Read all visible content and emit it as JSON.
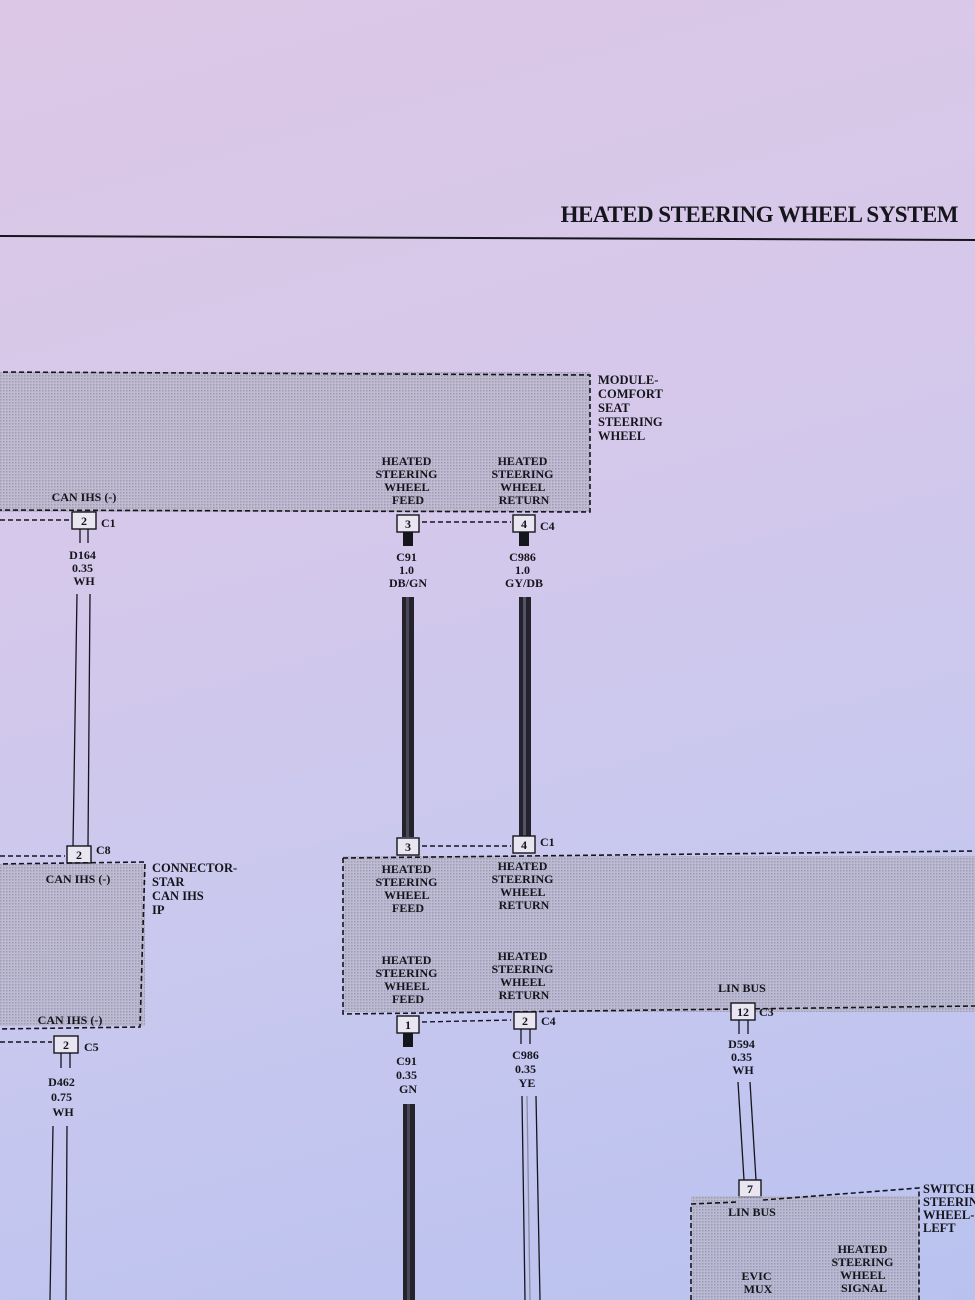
{
  "header": {
    "title": "HEATED STEERING WHEEL SYSTEM"
  },
  "modules": {
    "comfort": {
      "name_lines": [
        "MODULE-",
        "COMFORT",
        "SEAT",
        "STEERING",
        "WHEEL"
      ]
    },
    "star": {
      "name_lines": [
        "CONNECTOR-",
        "STAR",
        "CAN IHS",
        "IP"
      ]
    },
    "switch": {
      "name_lines": [
        "SWITCH-",
        "STEERING",
        "WHEEL-",
        "LEFT"
      ]
    }
  },
  "pins": {
    "comfort_can": {
      "label": "CAN IHS (-)",
      "pin": "2",
      "connector": "C1"
    },
    "comfort_feed": {
      "label_lines": [
        "HEATED",
        "STEERING",
        "WHEEL",
        "FEED"
      ],
      "pin": "3"
    },
    "comfort_return": {
      "label_lines": [
        "HEATED",
        "STEERING",
        "WHEEL",
        "RETURN"
      ],
      "pin": "4",
      "connector": "C4"
    },
    "star_top": {
      "label": "CAN IHS (-)",
      "pin": "2",
      "connector": "C8"
    },
    "star_bottom": {
      "label": "CAN IHS (-)",
      "pin": "2",
      "connector": "C5"
    },
    "mid_top_feed": {
      "label_lines": [
        "HEATED",
        "STEERING",
        "WHEEL",
        "FEED"
      ],
      "pin": "3"
    },
    "mid_top_return": {
      "label_lines": [
        "HEATED",
        "STEERING",
        "WHEEL",
        "RETURN"
      ],
      "pin": "4",
      "connector": "C1"
    },
    "mid_bot_feed": {
      "label_lines": [
        "HEATED",
        "STEERING",
        "WHEEL",
        "FEED"
      ],
      "pin": "1"
    },
    "mid_bot_return": {
      "label_lines": [
        "HEATED",
        "STEERING",
        "WHEEL",
        "RETURN"
      ],
      "pin": "2",
      "connector": "C4"
    },
    "mid_lin": {
      "label": "LIN BUS",
      "pin": "12",
      "connector": "C3"
    },
    "switch_lin": {
      "label": "LIN BUS",
      "pin": "7"
    },
    "switch_evic": {
      "label_lines": [
        "EVIC",
        "MUX"
      ]
    },
    "switch_signal": {
      "label_lines": [
        "HEATED",
        "STEERING",
        "WHEEL",
        "SIGNAL"
      ]
    }
  },
  "wires": {
    "d164": {
      "circuit": "D164",
      "gauge": "0.35",
      "color": "WH"
    },
    "c91_top": {
      "circuit": "C91",
      "gauge": "1.0",
      "color": "DB/GN"
    },
    "c986_top": {
      "circuit": "C986",
      "gauge": "1.0",
      "color": "GY/DB"
    },
    "d462": {
      "circuit": "D462",
      "gauge": "0.75",
      "color": "WH"
    },
    "c91_bot": {
      "circuit": "C91",
      "gauge": "0.35",
      "color": "GN"
    },
    "c986_bot": {
      "circuit": "C986",
      "gauge": "0.35",
      "color": "YE"
    },
    "d594": {
      "circuit": "D594",
      "gauge": "0.35",
      "color": "WH"
    }
  },
  "colors": {
    "ink": "#15151c",
    "box_fill": "#a8a6b8",
    "background": "#d3c8ea"
  }
}
